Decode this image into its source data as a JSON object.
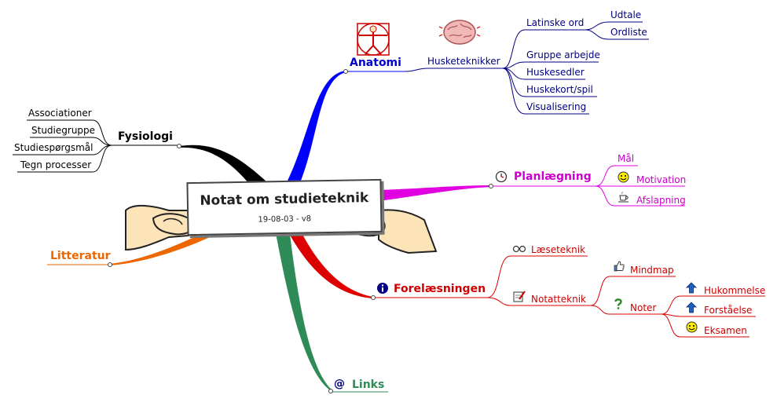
{
  "center": {
    "title": "Notat om studieteknik",
    "subtitle": "19-08-03 - v8"
  },
  "branches": {
    "anatomi": {
      "label": "Anatomi",
      "color": "#0000ff",
      "husketeknikker": {
        "label": "Husketeknikker",
        "latinske_ord": {
          "label": "Latinske ord",
          "children": [
            "Udtale",
            "Ordliste"
          ]
        },
        "children": [
          "Gruppe arbejde",
          "Huskesedler",
          "Huskekort/spil",
          "Visualisering"
        ]
      }
    },
    "fysiologi": {
      "label": "Fysiologi",
      "color": "#000000",
      "children": [
        "Associationer",
        "Studiegruppe",
        "Studiespørgsmål",
        "Tegn processer"
      ]
    },
    "planlaegning": {
      "label": "Planlægning",
      "color": "#e000e0",
      "children": [
        "Mål",
        "Motivation",
        "Afslapning"
      ]
    },
    "forelaesningen": {
      "label": "Forelæsningen",
      "color": "#dd0000",
      "laeseteknik": "Læseteknik",
      "notatteknik": {
        "label": "Notatteknik",
        "mindmap": "Mindmap",
        "noter": {
          "label": "Noter",
          "children": [
            "Hukommelse",
            "Forståelse",
            "Eksamen"
          ]
        }
      }
    },
    "litteratur": {
      "label": "Litteratur",
      "color": "#ee6600"
    },
    "links": {
      "label": "Links",
      "color": "#2e8b57"
    }
  },
  "icons": {
    "anatomi": "vitruvian-man-icon",
    "husketeknikker": "brain-icon",
    "planlaegning": "clock-icon",
    "motivation": "smiley-icon",
    "afslapning": "coffee-cup-icon",
    "forelaesningen": "info-icon",
    "laeseteknik": "glasses-icon",
    "notatteknik": "notepad-pencil-icon",
    "mindmap": "thumbs-up-icon",
    "noter": "question-mark-icon",
    "hukommelse": "up-arrow-icon",
    "forstaaelse": "up-arrow-icon",
    "eksamen": "smiley-icon",
    "links": "at-sign-icon"
  }
}
